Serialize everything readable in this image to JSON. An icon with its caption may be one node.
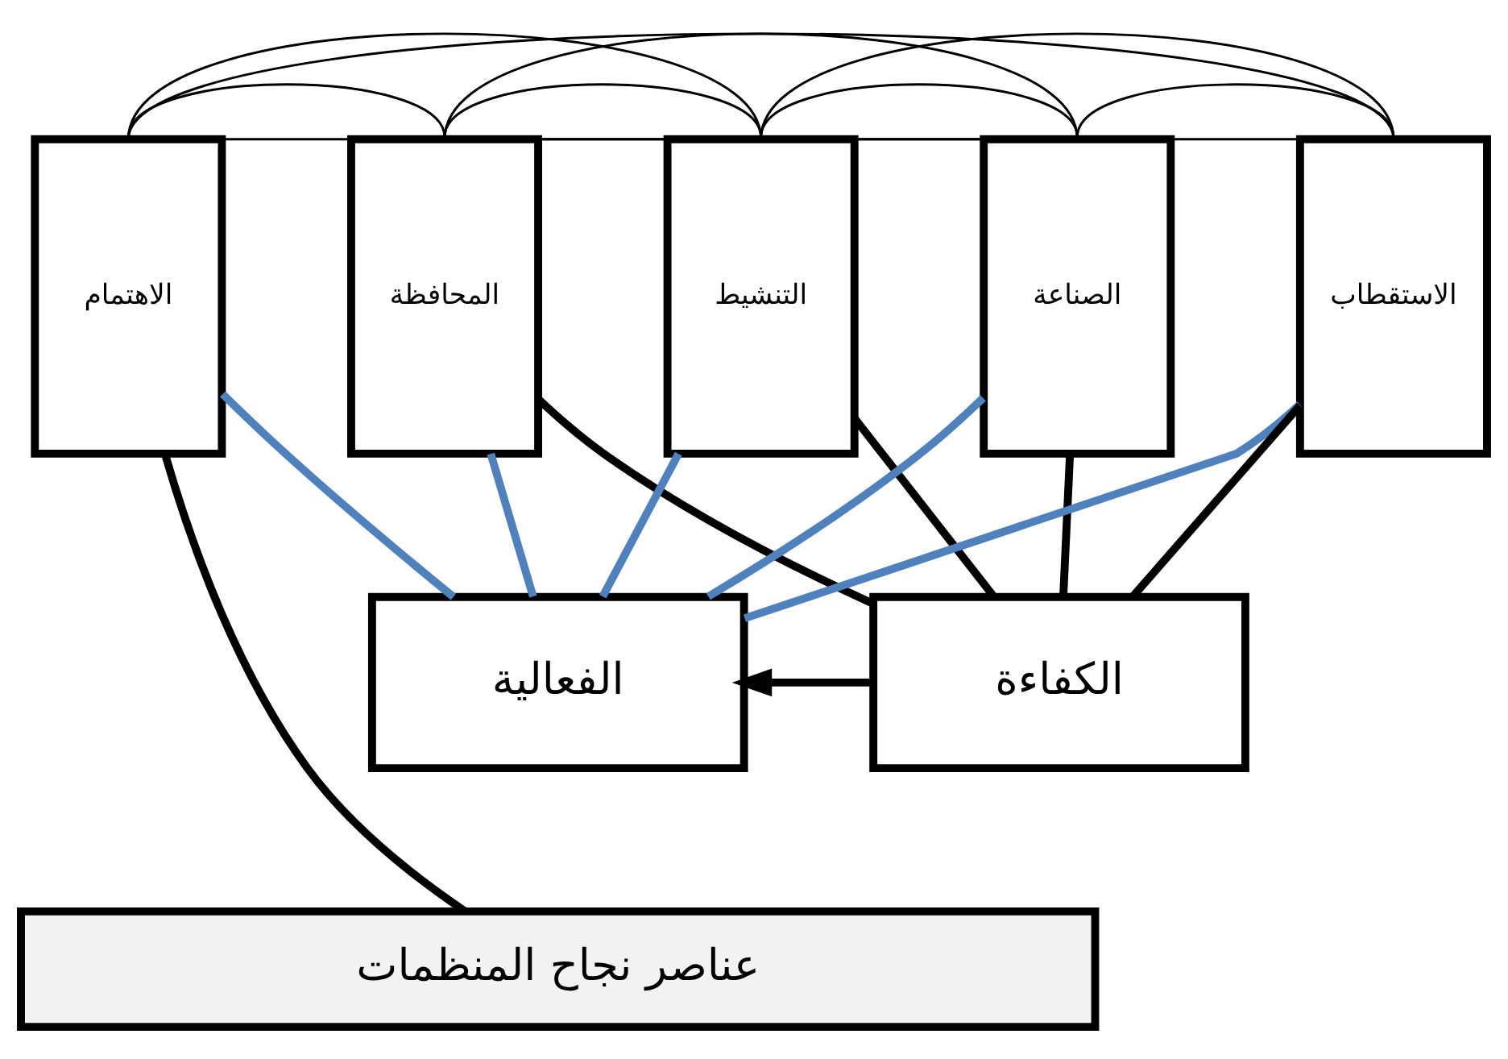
{
  "diagram": {
    "nodes": [
      {
        "text": [
          "الاهتمام"
        ]
      },
      {
        "text": [
          "المحافظة"
        ]
      },
      {
        "text": [
          "التنشيط"
        ]
      },
      {
        "text": [
          "الصناعة"
        ]
      },
      {
        "text": [
          "الاستقطاب"
        ]
      },
      {
        "text": [
          "الفعالية"
        ]
      },
      {
        "text": [
          "الكفاءة"
        ]
      },
      {
        "text": [
          "عناصر نجاح المنظمات"
        ]
      }
    ],
    "edges": [
      {
        "from": 0,
        "to": 5,
        "arrow": "none",
        "color": "#4f81bd"
      },
      {
        "from": 1,
        "to": 5,
        "arrow": "none",
        "color": "#4f81bd"
      },
      {
        "from": 2,
        "to": 5,
        "arrow": "none",
        "color": "#4f81bd"
      },
      {
        "from": 3,
        "to": 5,
        "arrow": "none",
        "color": "#4f81bd"
      },
      {
        "from": 4,
        "to": 5,
        "arrow": "none",
        "color": "#4f81bd"
      },
      {
        "from": 0,
        "to": 7,
        "arrow": "none"
      },
      {
        "from": 1,
        "to": 6,
        "arrow": "none"
      },
      {
        "from": 2,
        "to": 6,
        "arrow": "none"
      },
      {
        "from": 3,
        "to": 6,
        "arrow": "none"
      },
      {
        "from": 4,
        "to": 6,
        "arrow": "none"
      },
      {
        "from": 6,
        "to": 5,
        "arrow": "to"
      },
      {
        "from": 0,
        "to": 1,
        "arrow": "none"
      },
      {
        "from": 1,
        "to": 2,
        "arrow": "none"
      },
      {
        "from": 2,
        "to": 3,
        "arrow": "none"
      },
      {
        "from": 3,
        "to": 4,
        "arrow": "none"
      },
      {
        "from": 0,
        "to": 2,
        "arrow": "none"
      },
      {
        "from": 0,
        "to": 3,
        "arrow": "none"
      },
      {
        "from": 0,
        "to": 4,
        "arrow": "none"
      },
      {
        "from": 1,
        "to": 3,
        "arrow": "none"
      },
      {
        "from": 1,
        "to": 4,
        "arrow": "none"
      },
      {
        "from": 2,
        "to": 4,
        "arrow": "none"
      }
    ]
  }
}
